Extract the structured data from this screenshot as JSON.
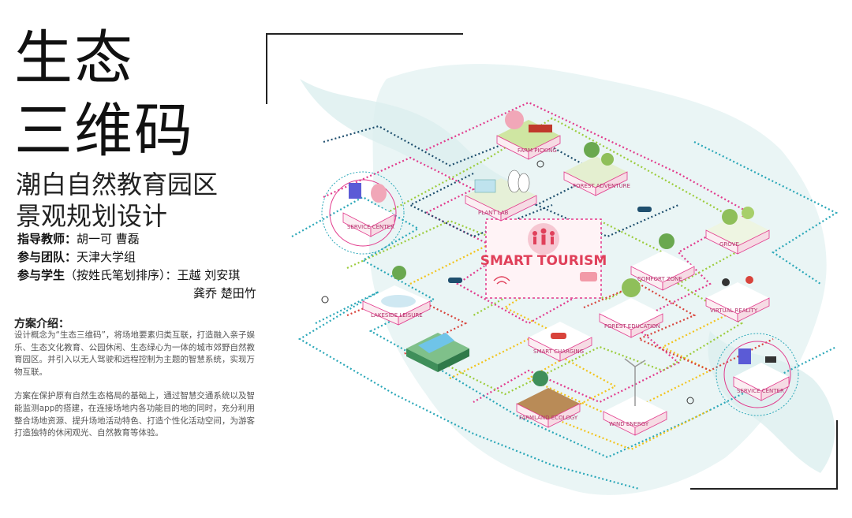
{
  "title": {
    "line1": "生态",
    "line2": "三维码",
    "sub1": "潮白自然教育园区",
    "sub2": "景观规划设计"
  },
  "credits": {
    "advisor_label": "指导教师：",
    "advisor_value": "胡一可  曹磊",
    "team_label": "参与团队：",
    "team_value": "天津大学组",
    "students_label": "参与学生",
    "students_note": "（按姓氏笔划排序）：",
    "students_line1": "王越  刘安琪",
    "students_line2": "龚乔  楚田竹"
  },
  "description": {
    "heading": "方案介绍：",
    "para1": "设计概念为“生态三维码”，将场地要素归类互联，打造融入亲子娱乐、生态文化教育、公园休闲、生态绿心为一体的城市郊野自然教育园区。并引入以无人驾驶和远程控制为主题的智慧系统，实现万物互联。",
    "para2": "方案在保护原有自然生态格局的基础上，通过智慧交通系统以及智能监测app的搭建，在连接场地内各功能目的地的同时，充分利用整合场地资源、提升场地活动特色、打造个性化活动空间，为游客打造独特的休闲观光、自然教育等体验。"
  },
  "diagram": {
    "center_label": "SMART TOURISM",
    "node_labels": {
      "farm": "FARM PICKING",
      "plant_lab": "PLANT LAB",
      "forest_play": "FOREST ADVENTURE",
      "service_left": "SERVICE CENTER",
      "lake": "LAKESIDE LEISURE",
      "smart_charge": "SMART CHARGING",
      "forest_edu": "FOREST EDUCATION",
      "comfort": "COMFORT ZONE",
      "virtual": "VIRTUAL REALITY",
      "service_right": "SERVICE CENTER",
      "farmland": "FARMLAND ECOLOGY",
      "wind": "WIND ENERGY",
      "grove": "GROVE"
    },
    "colors": {
      "pink": "#e23a8c",
      "green": "#9ccc3c",
      "teal": "#2aa7b8",
      "yellow": "#f2c31b",
      "navy": "#1f4f6e",
      "red": "#d8433b",
      "water": "#dcefef"
    }
  }
}
